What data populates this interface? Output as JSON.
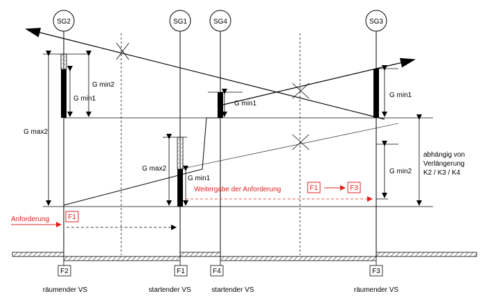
{
  "signal_groups": {
    "sg2": "SG2",
    "sg1": "SG1",
    "sg4": "SG4",
    "sg3": "SG3"
  },
  "dimensions": {
    "g_max2_left": "G max2",
    "g_min2_top": "G min2",
    "g_min1_top": "G min1",
    "g_max2_mid": "G max2",
    "g_min1_mid": "G min1",
    "g_min1_sg4": "G min1",
    "g_min1_right": "G min1",
    "g_min2_right": "G min2"
  },
  "side_note": {
    "line1": "abhängig von",
    "line2": "Verlängerung",
    "line3": "K2 / K3 / K4"
  },
  "request": {
    "label": "Anforderung",
    "passing_label": "Weitergabe der Anforderung"
  },
  "boxes": {
    "request_f1": "F1",
    "pass_from": "F1",
    "pass_to": "F3"
  },
  "bottom_boxes": {
    "f2": "F2",
    "f1": "F1",
    "f4": "F4",
    "f3": "F3"
  },
  "bottom_labels": {
    "f2": "räumender VS",
    "f1": "startender VS",
    "f4": "startender VS",
    "f3": "räumender VS"
  },
  "colors": {
    "line": "#000000",
    "request": "#e02020",
    "hatch": "#9a9a9a"
  }
}
